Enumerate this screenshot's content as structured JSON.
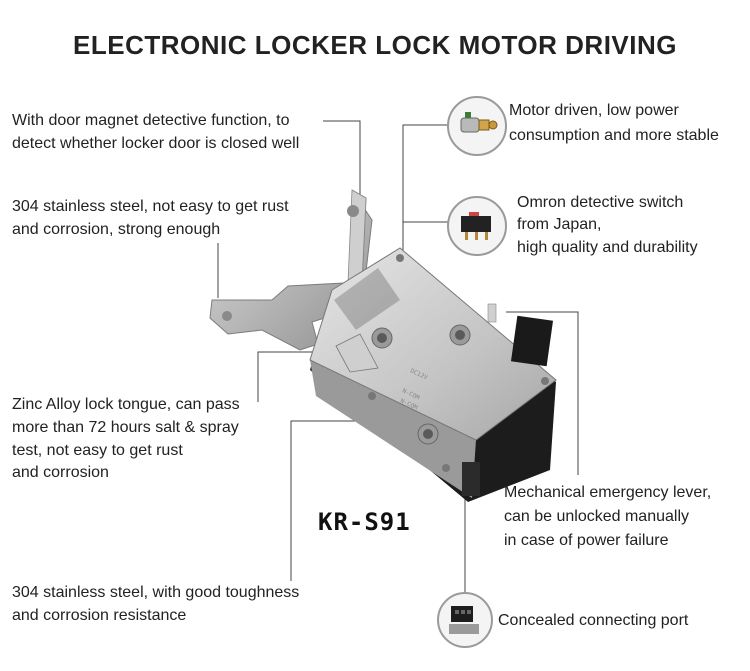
{
  "title": "ELECTRONIC LOCKER LOCK MOTOR DRIVING",
  "model": "KR-S91",
  "callouts": {
    "magnet_1": "With door magnet detective function, to",
    "magnet_2": "detect whether locker door is closed well",
    "steel_top_1": "304 stainless steel, not easy to get rust",
    "steel_top_2": "and corrosion, strong enough",
    "zinc_1": "Zinc Alloy lock tongue, can pass",
    "zinc_2": "more than 72 hours salt & spray",
    "zinc_3": "test, not easy to get rust",
    "zinc_4": "and corrosion",
    "steel_bottom_1": "304 stainless steel, with good toughness",
    "steel_bottom_2": "and corrosion resistance",
    "motor_1": "Motor driven, low power",
    "motor_2": "consumption and more stable",
    "switch_1": "Omron detective switch",
    "switch_2": "from Japan,",
    "switch_3": "high quality and durability",
    "lever_1": "Mechanical emergency lever,",
    "lever_2": "can be unlocked manually",
    "lever_3": "in case of power failure",
    "port": "Concealed connecting port"
  },
  "icons": {
    "motor": "motor-thumbnail-icon",
    "switch": "switch-thumbnail-icon",
    "port": "connector-port-thumbnail-icon"
  }
}
